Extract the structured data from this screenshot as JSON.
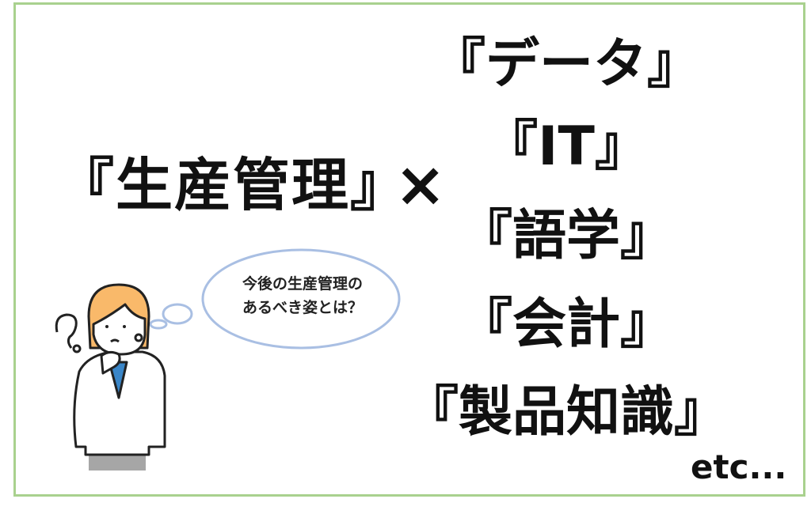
{
  "left_phrase": "『生産管理』",
  "times_symbol": "×",
  "skills": [
    "『データ』",
    "『IT』",
    "『語学』",
    "『会計』",
    "『製品知識』"
  ],
  "etc": "etc...",
  "thought_bubble": {
    "line1": "今後の生産管理の",
    "line2": "あるべき姿とは？"
  },
  "colors": {
    "frame": "#a9d18e",
    "bubble": "#a9bfe3",
    "hair": "#f9b96a",
    "shirt": "#3a86c8"
  }
}
